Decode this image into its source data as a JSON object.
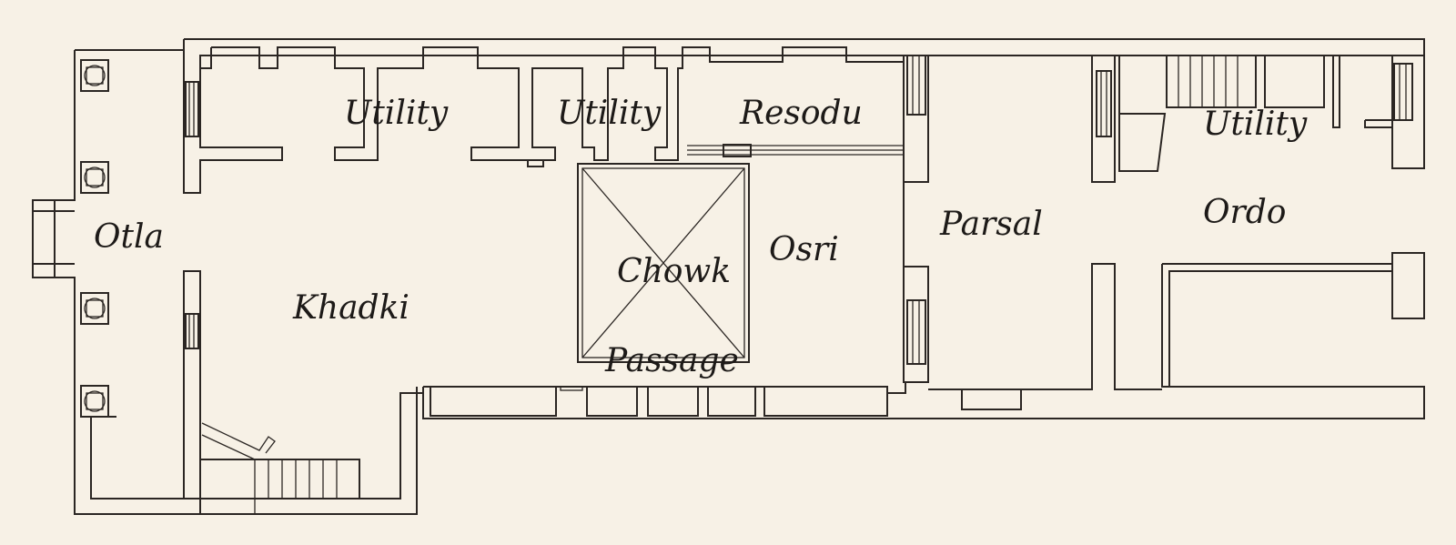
{
  "plan": {
    "rooms": {
      "otla": "Otla",
      "khadki": "Khadki",
      "utility_1": "Utility",
      "utility_2": "Utility",
      "resodu": "Resodu",
      "chowk": "Chowk",
      "passage": "Passage",
      "osri": "Osri",
      "parsal": "Parsal",
      "utility_3": "Utility",
      "ordo": "Ordo"
    },
    "colors": {
      "background": "#f7f1e6",
      "line": "#2b2623"
    }
  }
}
